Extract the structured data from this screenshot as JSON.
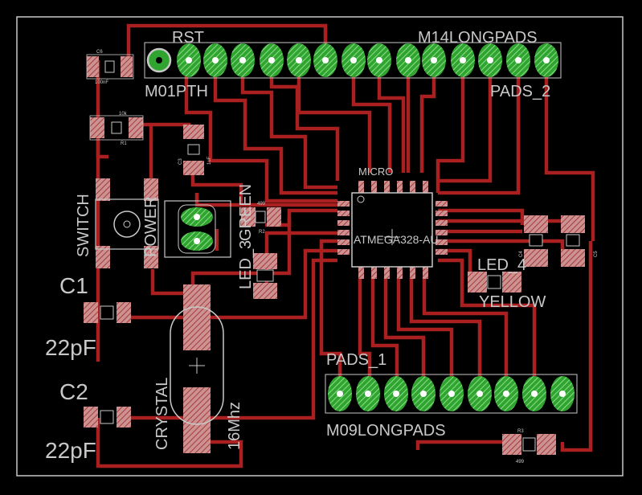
{
  "board": {
    "header_top": {
      "name": "M14LONGPADS",
      "value": "PADS_2",
      "first_pin": "M01PTH",
      "rst": "RST"
    },
    "header_bottom": {
      "name": "M09LONGPADS",
      "value": "PADS_1"
    },
    "mcu": {
      "name": "MICRO",
      "value": "ATMEGA328-AU"
    },
    "c6": {
      "name": "C6",
      "value": "100nF"
    },
    "r1": {
      "name": "R1",
      "value": "10k"
    },
    "c3": {
      "name": "C3",
      "value": "1uF"
    },
    "switch": {
      "name": "SWITCH",
      "value": "POWER"
    },
    "led_green": {
      "name": "LED_3",
      "value": "GREEN"
    },
    "r2": {
      "name": "R2",
      "value": "499"
    },
    "c1": {
      "name": "C1",
      "value": "22pF"
    },
    "c2": {
      "name": "C2",
      "value": "22pF"
    },
    "crystal": {
      "name": "CRYSTAL",
      "value": "16Mhz"
    },
    "led_yellow": {
      "name": "LED_4",
      "value": "YELLOW"
    },
    "r3": {
      "name": "R3",
      "value": "499"
    },
    "c4": {
      "name": "C4",
      "value": ""
    },
    "c5": {
      "name": "C5",
      "value": ""
    }
  },
  "colors": {
    "background": "#000000",
    "outline": "#c8c8c8",
    "trace": "#aa1f1f",
    "pad_green": "#2fa52f",
    "pad_green_light": "#8ddc8d",
    "smd_pad": "#cc9292",
    "label": "#c8c8c8"
  }
}
